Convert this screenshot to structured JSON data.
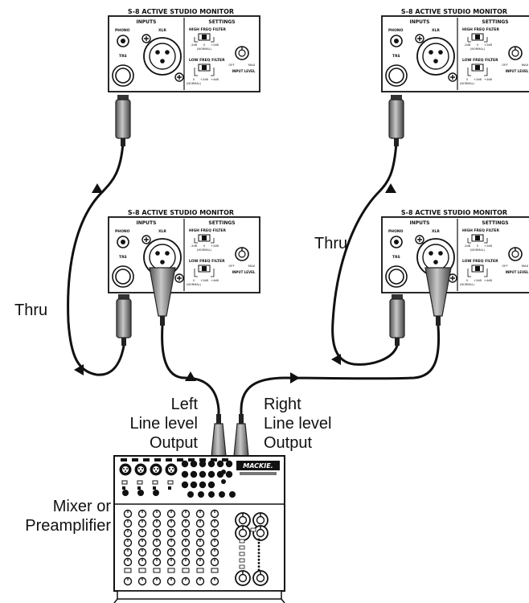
{
  "monitors": [
    {
      "id": "top-left",
      "title": "S-8 ACTIVE STUDIO MONITOR"
    },
    {
      "id": "top-right",
      "title": "S-8 ACTIVE STUDIO MONITOR"
    },
    {
      "id": "mid-left",
      "title": "S-8 ACTIVE STUDIO MONITOR"
    },
    {
      "id": "mid-right",
      "title": "S-8 ACTIVE STUDIO MONITOR"
    }
  ],
  "panel": {
    "inputs": "INPUTS",
    "settings": "SETTINGS",
    "phono": "PHONO",
    "xlr": "XLR",
    "trs": "TRS",
    "high_freq_filter": "HIGH FREQ FILTER",
    "low_freq_filter": "LOW FREQ FILTER",
    "scale_high": [
      "-2dB",
      "0",
      "+2dB"
    ],
    "scale_low": [
      "0",
      "+2dB",
      "+4dB"
    ],
    "normal": "(NORMAL)",
    "off": "OFF",
    "max": "MAX",
    "input_level": "INPUT LEVEL"
  },
  "labels": {
    "thru_left": "Thru",
    "thru_right": "Thru",
    "left_output": [
      "Left",
      "Line level",
      "Output"
    ],
    "right_output": [
      "Right",
      "Line level",
      "Output"
    ],
    "mixer": [
      "Mixer or",
      "Preamplifier"
    ]
  },
  "mixer": {
    "brand": "MACKIE."
  }
}
